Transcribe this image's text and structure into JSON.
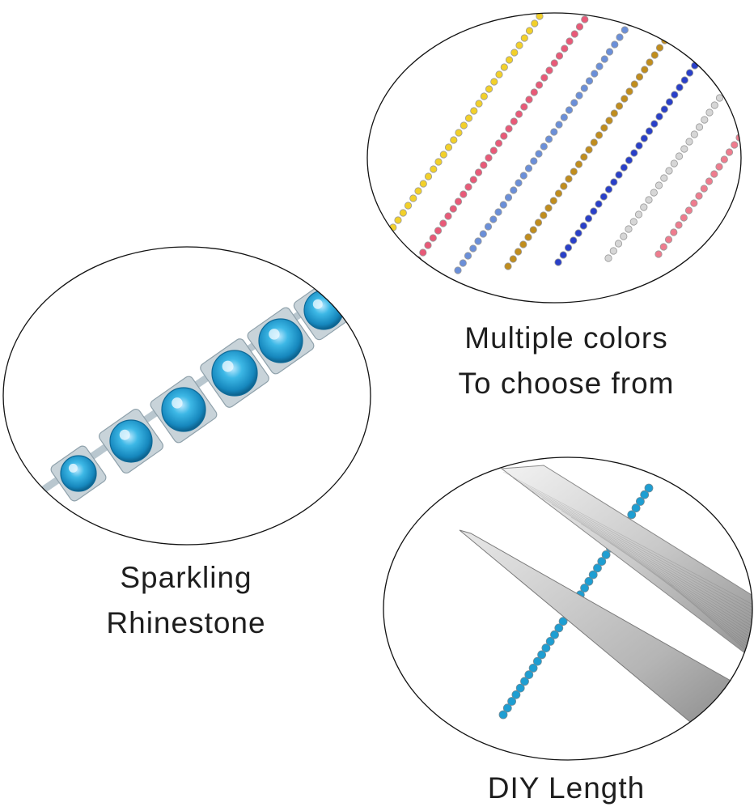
{
  "panels": {
    "colors": {
      "caption_line1": "Multiple colors",
      "caption_line2": "To choose from",
      "chain_colors": [
        "#f2d02a",
        "#e85a78",
        "#6b8fd8",
        "#c08d1e",
        "#2a40c8",
        "#d6d6d6",
        "#ee7c8e",
        "#e6c28c"
      ]
    },
    "sparkle": {
      "caption_line1": "Sparkling",
      "caption_line2": "Rhinestone",
      "stone_color": "#29a9d6"
    },
    "diy": {
      "caption": "DIY Length",
      "chain_color": "#1e9ed2"
    }
  }
}
